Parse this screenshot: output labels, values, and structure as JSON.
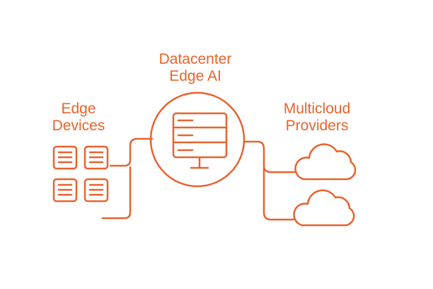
{
  "center": {
    "title_line1": "Datacenter",
    "title_line2": "Edge AI",
    "icon": "server-monitor-icon"
  },
  "left": {
    "title_line1": "Edge",
    "title_line2": "Devices",
    "icon": "edge-device-icon"
  },
  "right": {
    "title_line1": "Multicloud",
    "title_line2": "Providers",
    "icon": "cloud-icon"
  },
  "colors": {
    "accent": "#E8632E",
    "background": "#FFFFFF"
  }
}
